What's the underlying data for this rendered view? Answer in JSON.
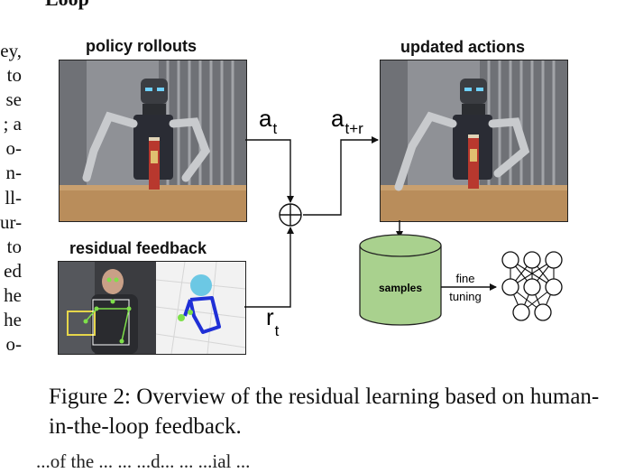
{
  "heading_fragment": "Loop",
  "left_column_fragments": [
    "ey,",
    "to",
    "se",
    "; a",
    "o-",
    "n-",
    "ll-",
    "ur-",
    "to",
    "ed",
    "he",
    "he",
    "o-"
  ],
  "figure": {
    "policy_label": "policy rollouts",
    "updated_label": "updated actions",
    "residual_label": "residual feedback",
    "a_t_base": "a",
    "a_t_sub": "t",
    "a_tr_base": "a",
    "a_tr_sub": "t+r",
    "r_t_base": "r",
    "r_t_sub": "t",
    "samples_label": "samples",
    "fine_label": "fine",
    "tuning_label": "tuning",
    "colors": {
      "database_fill": "#a9d18e",
      "database_stroke": "#222222",
      "skeleton_blue": "#1f2fd6",
      "joint_green": "#7ee04a",
      "head_cyan": "#6cc8e4"
    }
  },
  "caption": "Figure 2: Overview of the residual learning based on human-in-the-loop feedback.",
  "bottom_fragment": "...of the ... ... ...d... ... ...ial ..."
}
